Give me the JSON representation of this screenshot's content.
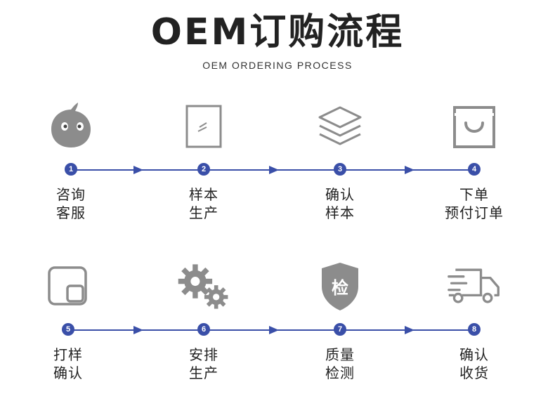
{
  "header": {
    "title": "OEM订购流程",
    "subtitle": "OEM ORDERING PROCESS"
  },
  "colors": {
    "accent": "#3a4fa8",
    "icon_gray": "#8c8c8c"
  },
  "steps": [
    {
      "number": "1",
      "icon": "chat-bubble-icon",
      "label_line1": "咨询",
      "label_line2": "客服"
    },
    {
      "number": "2",
      "icon": "document-icon",
      "label_line1": "样本",
      "label_line2": "生产"
    },
    {
      "number": "3",
      "icon": "layers-icon",
      "label_line1": "确认",
      "label_line2": "样本"
    },
    {
      "number": "4",
      "icon": "shopping-bag-icon",
      "label_line1": "下单",
      "label_line2": "预付订单"
    },
    {
      "number": "5",
      "icon": "sample-window-icon",
      "label_line1": "打样",
      "label_line2": "确认"
    },
    {
      "number": "6",
      "icon": "gears-icon",
      "label_line1": "安排",
      "label_line2": "生产"
    },
    {
      "number": "7",
      "icon": "inspection-shield-icon",
      "icon_text": "检",
      "label_line1": "质量",
      "label_line2": "检测"
    },
    {
      "number": "8",
      "icon": "delivery-truck-icon",
      "label_line1": "确认",
      "label_line2": "收货"
    }
  ]
}
